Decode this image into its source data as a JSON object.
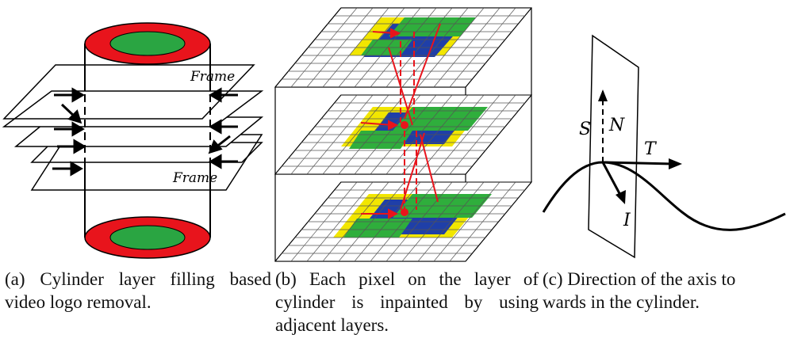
{
  "panel_a": {
    "frame_label_top": "Frame",
    "frame_label_bottom": "Frame",
    "caption": "(a) Cylinder layer filling based video logo removal."
  },
  "panel_b": {
    "caption": "(b) Each pixel on the layer of cylinder is inpainted by using adjacent layers."
  },
  "panel_c": {
    "label_surface": "S",
    "label_normal": "N",
    "label_tangent": "T",
    "label_inward": "I",
    "caption_line1": "(c) Direction of the axis to",
    "caption_line2": "wards in the cylinder."
  },
  "colors": {
    "ring": "#e8141c",
    "ring_inner": "#2aa542",
    "grid_yellow": "#f2e600",
    "grid_blue": "#1f3fa8",
    "grid_green": "#2fae3c",
    "arrow": "#e8141c"
  }
}
